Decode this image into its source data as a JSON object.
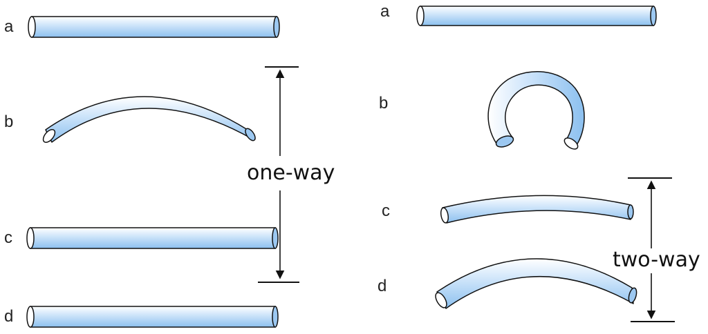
{
  "left_panel": {
    "labels": [
      "a",
      "b",
      "c",
      "d"
    ],
    "annotation": "one-way"
  },
  "right_panel": {
    "labels": [
      "a",
      "b",
      "c",
      "d"
    ],
    "annotation": "two-way"
  },
  "colors": {
    "rod_light": "#ffffff",
    "rod_mid": "#b9d9f7",
    "rod_dark": "#82b9ec",
    "outline": "#111111"
  }
}
